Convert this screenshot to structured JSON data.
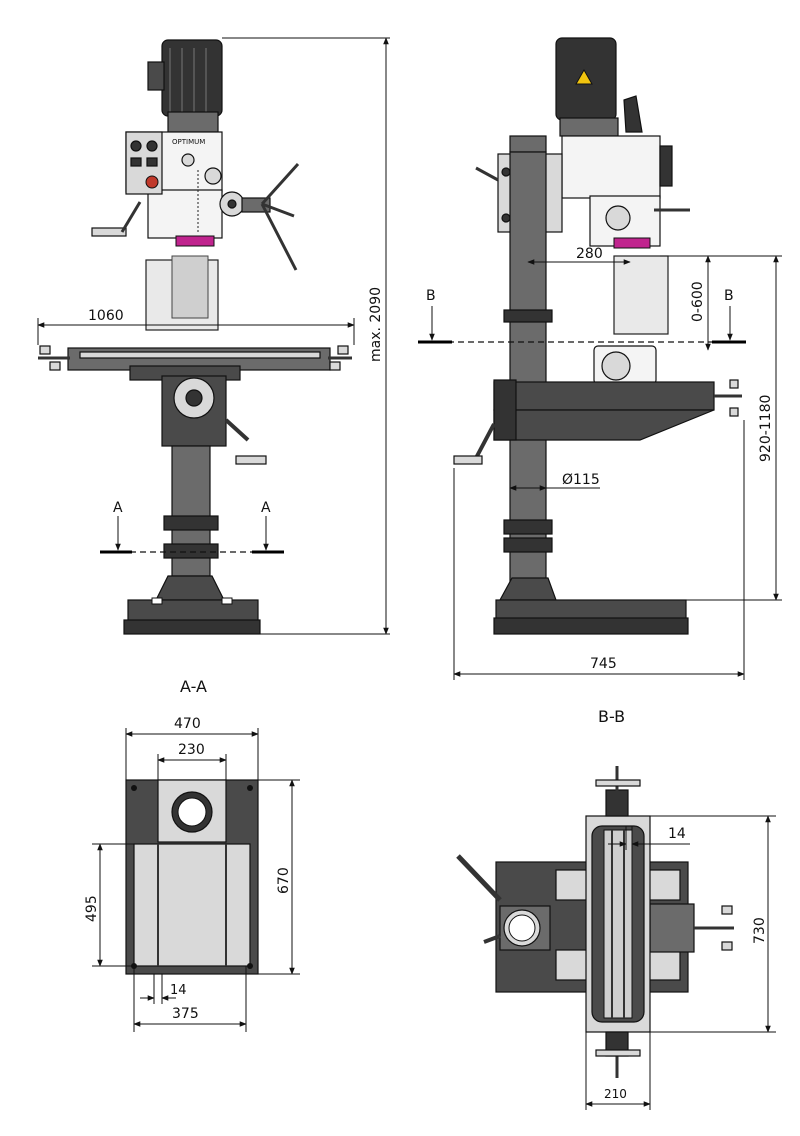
{
  "brand": "OPTIMUM",
  "colors": {
    "accent": "#c0248e",
    "red_button": "#c0392b",
    "body": "#4a4a4a"
  },
  "front_view": {
    "dim_table_width": "1060",
    "dim_height": "max. 2090",
    "section_mark": "A"
  },
  "side_view": {
    "dim_column_offset": "280",
    "dim_spindle_travel": "0-600",
    "dim_table_height": "920-1180",
    "dim_column_diameter": "Ø115",
    "dim_depth": "745",
    "section_mark": "B"
  },
  "section_aa": {
    "title": "A-A",
    "dim_width": "470",
    "dim_inner_width": "230",
    "dim_depth": "670",
    "dim_slot_length": "495",
    "dim_slot_width": "14",
    "dim_slot_spacing": "375"
  },
  "section_bb": {
    "title": "B-B",
    "dim_slot_width": "14",
    "dim_table_length": "730",
    "dim_table_width": "210"
  }
}
